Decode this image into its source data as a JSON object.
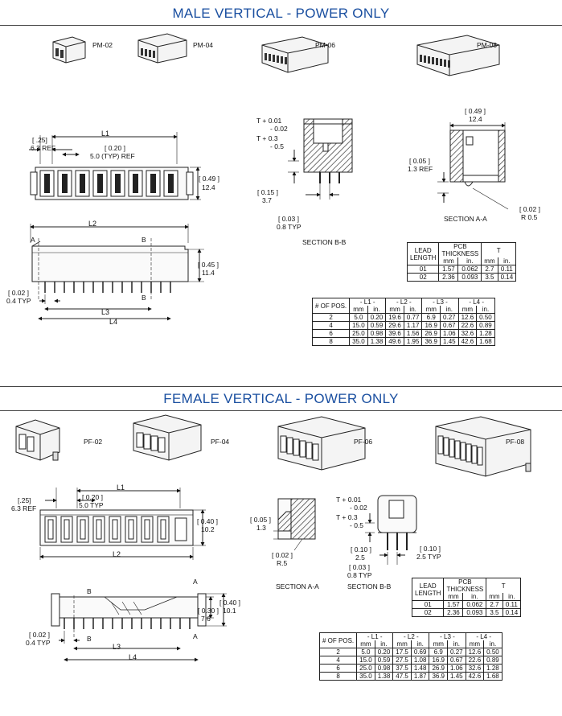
{
  "male": {
    "title": "MALE VERTICAL - POWER ONLY",
    "parts": [
      "PM-02",
      "PM-04",
      "PM-06",
      "PM-08"
    ],
    "dims": {
      "ref25": "[ .25]",
      "ref63": "6.3 REF",
      "L1": "L1",
      "p020": "[ 0.20 ]",
      "typ50": "5.0 (TYP) REF",
      "h049": "[ 0.49 ]",
      "h124": "12.4",
      "L2": "L2",
      "A": "A",
      "B": "B",
      "h045": "[ 0.45 ]",
      "h114": "11.4",
      "p002": "[ 0.02 ]",
      "typ04": "0.4 TYP",
      "L3": "L3",
      "L4": "L4",
      "tol1": "T + 0.01",
      "tol2": "- 0.02",
      "tol3": "T + 0.3",
      "tol4": "- 0.5",
      "d015": "[ 0.15 ]",
      "d37": "3.7",
      "d003": "[ 0.03 ]",
      "typ08": "0.8 TYP",
      "secBB": "SECTION B-B",
      "w049": "[ 0.49 ]",
      "w124": "12.4",
      "d005": "[ 0.05 ]",
      "ref13": "1.3 REF",
      "r002": "[ 0.02 ]",
      "r05": "R 0.5",
      "secAA": "SECTION A-A"
    },
    "pcb_table": {
      "h1": "LEAD",
      "h2": "LENGTH",
      "h3": "PCB",
      "h4": "THICKNESS",
      "h5": "T",
      "mm": "mm",
      "in": "in.",
      "rows": [
        [
          "01",
          "1.57",
          "0.062",
          "2.7",
          "0.11"
        ],
        [
          "02",
          "2.36",
          "0.093",
          "3.5",
          "0.14"
        ]
      ]
    },
    "pos_table": {
      "h0": "# OF POS.",
      "groups": [
        "- L1 -",
        "- L2 -",
        "- L3 -",
        "- L4 -"
      ],
      "mm": "mm",
      "in": "in.",
      "rows": [
        [
          "2",
          "5.0",
          "0.20",
          "19.6",
          "0.77",
          "6.9",
          "0.27",
          "12.6",
          "0.50"
        ],
        [
          "4",
          "15.0",
          "0.59",
          "29.6",
          "1.17",
          "16.9",
          "0.67",
          "22.6",
          "0.89"
        ],
        [
          "6",
          "25.0",
          "0.98",
          "39.6",
          "1.56",
          "26.9",
          "1.06",
          "32.6",
          "1.28"
        ],
        [
          "8",
          "35.0",
          "1.38",
          "49.6",
          "1.95",
          "36.9",
          "1.45",
          "42.6",
          "1.68"
        ]
      ]
    }
  },
  "female": {
    "title": "FEMALE VERTICAL - POWER ONLY",
    "parts": [
      "PF-02",
      "PF-04",
      "PF-06",
      "PF-08"
    ],
    "dims": {
      "ref25": "[.25]",
      "ref63": "6.3 REF",
      "L1": "L1",
      "p020": "[ 0.20 ]",
      "typ50": "5.0 TYP",
      "h040": "[ 0.40 ]",
      "h102": "10.2",
      "L2": "L2",
      "A": "A",
      "B": "B",
      "h030": "[ 0.30 ]",
      "h76": "7.6",
      "h040b": "[ 0.40 ]",
      "h101": "10.1",
      "p002": "[ 0.02 ]",
      "typ04": "0.4 TYP",
      "L3": "L3",
      "L4": "L4",
      "d005": "[ 0.05 ]",
      "d13": "1.3",
      "r002": "[ 0.02 ]",
      "r5": "R.5",
      "secAA": "SECTION A-A",
      "tol1": "T + 0.01",
      "tol2": "- 0.02",
      "tol3": "T + 0.3",
      "tol4": "- 0.5",
      "d010": "[ 0.10 ]",
      "d25": "2.5",
      "d010b": "[ 0.10 ]",
      "typ25": "2.5 TYP",
      "d003": "[ 0.03 ]",
      "typ08": "0.8 TYP",
      "secBB": "SECTION B-B"
    },
    "pcb_table": {
      "h1": "LEAD",
      "h2": "LENGTH",
      "h3": "PCB",
      "h4": "THICKNESS",
      "h5": "T",
      "mm": "mm",
      "in": "in.",
      "rows": [
        [
          "01",
          "1.57",
          "0.062",
          "2.7",
          "0.11"
        ],
        [
          "02",
          "2.36",
          "0.093",
          "3.5",
          "0.14"
        ]
      ]
    },
    "pos_table": {
      "h0": "# OF POS.",
      "groups": [
        "- L1 -",
        "- L2 -",
        "- L3 -",
        "- L4 -"
      ],
      "mm": "mm",
      "in": "in.",
      "rows": [
        [
          "2",
          "5.0",
          "0.20",
          "17.5",
          "0.69",
          "6.9",
          "0.27",
          "12.6",
          "0.50"
        ],
        [
          "4",
          "15.0",
          "0.59",
          "27.5",
          "1.08",
          "16.9",
          "0.67",
          "22.6",
          "0.89"
        ],
        [
          "6",
          "25.0",
          "0.98",
          "37.5",
          "1.48",
          "26.9",
          "1.06",
          "32.6",
          "1.28"
        ],
        [
          "8",
          "35.0",
          "1.38",
          "47.5",
          "1.87",
          "36.9",
          "1.45",
          "42.6",
          "1.68"
        ]
      ]
    }
  }
}
